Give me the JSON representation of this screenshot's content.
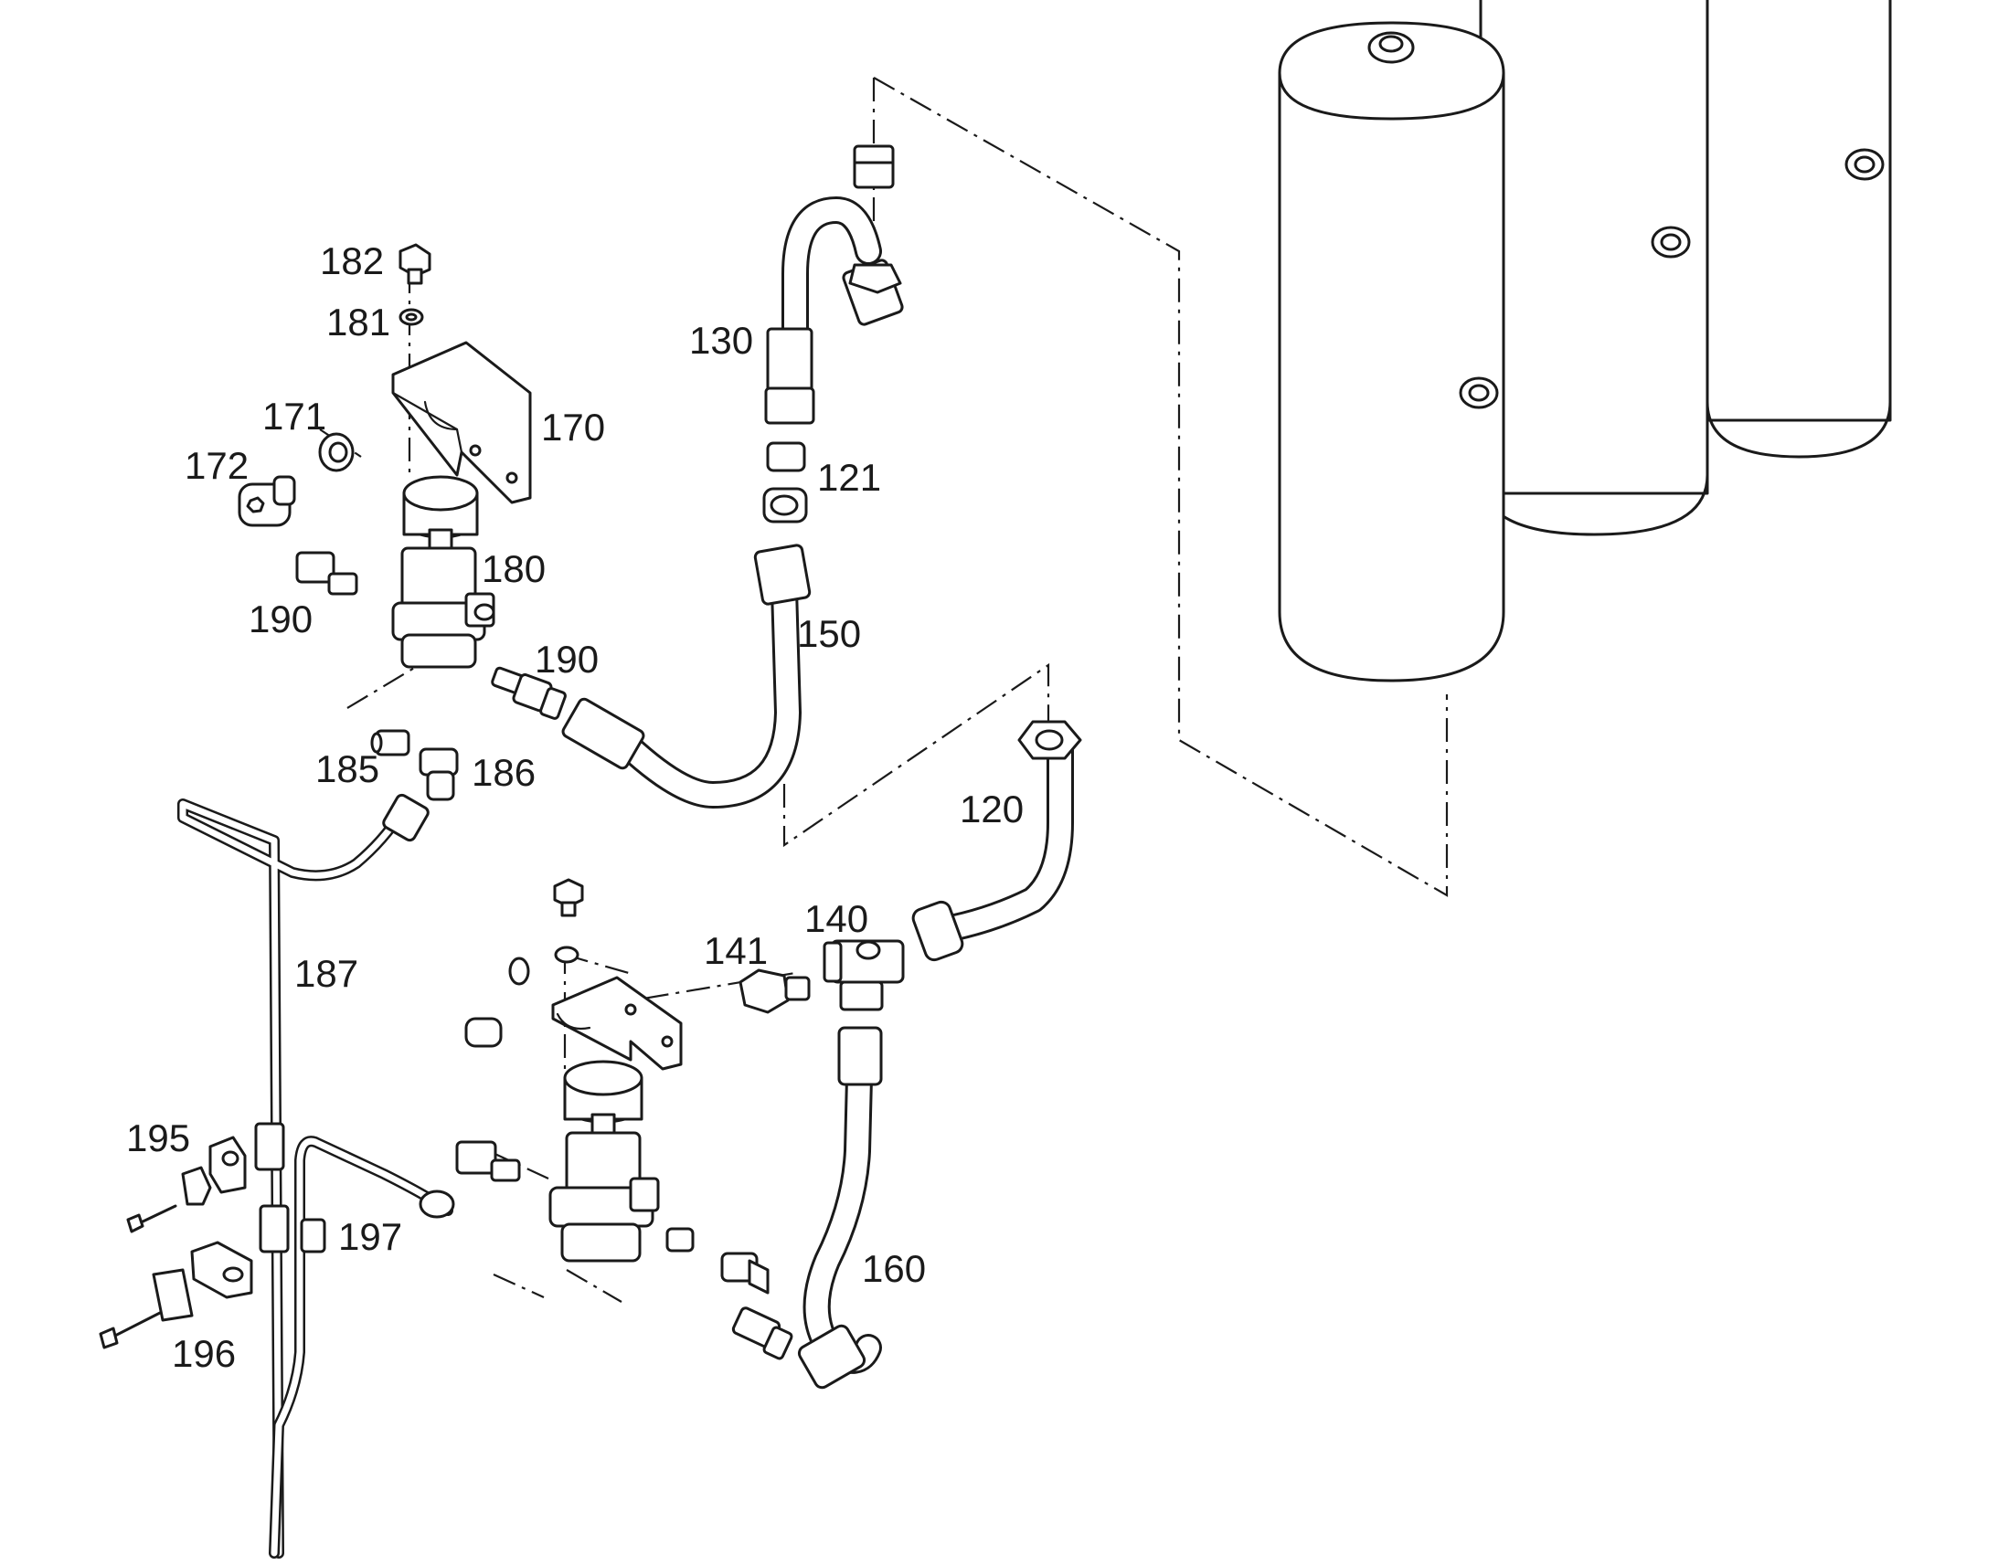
{
  "callouts": {
    "c120": "120",
    "c121": "121",
    "c130": "130",
    "c140": "140",
    "c141": "141",
    "c150": "150",
    "c160": "160",
    "c170": "170",
    "c171": "171",
    "c172": "172",
    "c180": "180",
    "c181": "181",
    "c182": "182",
    "c185": "185",
    "c186": "186",
    "c187": "187",
    "c190a": "190",
    "c190b": "190",
    "c195": "195",
    "c196": "196",
    "c197": "197"
  }
}
